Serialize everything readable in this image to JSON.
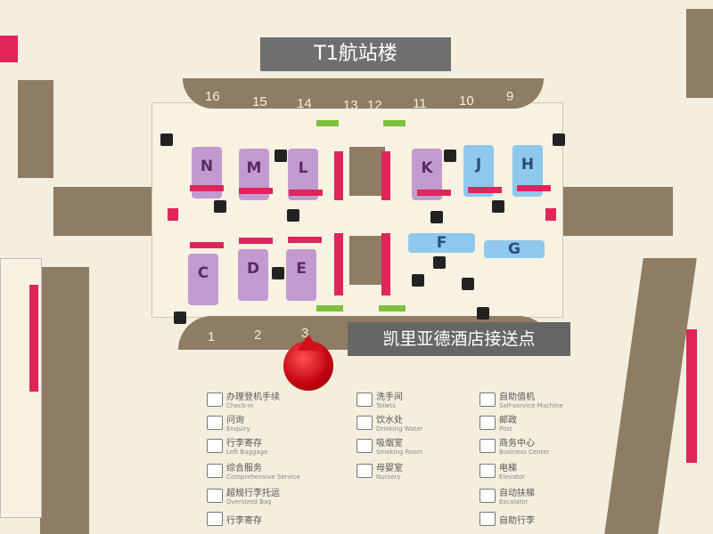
{
  "title": "T1航站楼",
  "pickup_label": "凯里亚德酒店接送点",
  "gates_top": [
    "16",
    "15",
    "14",
    "13",
    "12",
    "11",
    "10",
    "9"
  ],
  "gates_bottom": [
    "1",
    "2",
    "3"
  ],
  "counters": [
    "N",
    "M",
    "L",
    "K",
    "J",
    "H",
    "C",
    "D",
    "E",
    "F",
    "G"
  ],
  "legend": [
    {
      "zh": "办理登机手续",
      "en": "Check-in"
    },
    {
      "zh": "问询",
      "en": "Enquiry"
    },
    {
      "zh": "行李寄存",
      "en": "Left Baggage"
    },
    {
      "zh": "综合服务",
      "en": "Comprehensive Service"
    },
    {
      "zh": "超规行李托运",
      "en": "Oversized Bag"
    },
    {
      "zh": "行李寄存",
      "en": ""
    },
    {
      "zh": "洗手间",
      "en": "Toilets"
    },
    {
      "zh": "饮水处",
      "en": "Drinking Water"
    },
    {
      "zh": "吸烟室",
      "en": "Smoking Room"
    },
    {
      "zh": "母婴室",
      "en": "Nursery"
    },
    {
      "zh": "自助值机",
      "en": "Self-service Machine"
    },
    {
      "zh": "邮政",
      "en": "Post"
    },
    {
      "zh": "商务中心",
      "en": "Business Center"
    },
    {
      "zh": "电梯",
      "en": "Elevator"
    },
    {
      "zh": "自动扶梯",
      "en": "Escalator"
    },
    {
      "zh": "自助行李",
      "en": ""
    }
  ],
  "colors": {
    "background": "#f3eedd",
    "road": "#8e7c64",
    "purple_counter": "#c39ad0",
    "blue_counter": "#8ec8ec",
    "pin": "#d0101a",
    "label_box": "#6f6f6f"
  }
}
